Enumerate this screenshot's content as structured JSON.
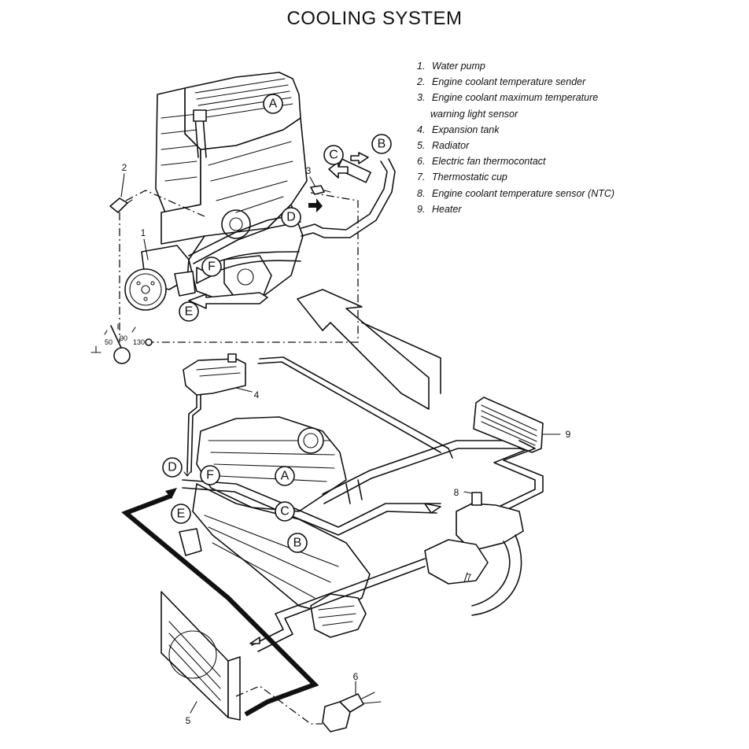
{
  "title": "COOLING SYSTEM",
  "legend": [
    {
      "num": "1.",
      "text": "Water pump"
    },
    {
      "num": "2.",
      "text": "Engine coolant temperature sender"
    },
    {
      "num": "3.",
      "text": "Engine coolant maximum temperature",
      "continuation": "warning light sensor"
    },
    {
      "num": "4.",
      "text": "Expansion tank"
    },
    {
      "num": "5.",
      "text": "Radiator"
    },
    {
      "num": "6.",
      "text": "Electric fan thermocontact"
    },
    {
      "num": "7.",
      "text": "Thermostatic cup"
    },
    {
      "num": "8.",
      "text": "Engine coolant temperature sensor (NTC)"
    },
    {
      "num": "9.",
      "text": "Heater"
    }
  ],
  "upper_diagram": {
    "callouts_letters": [
      "A",
      "B",
      "C",
      "D",
      "E",
      "F"
    ],
    "callouts_numbers": [
      "1",
      "2",
      "3"
    ],
    "gauge": {
      "scale_labels": [
        "50",
        "90",
        "130"
      ]
    }
  },
  "lower_diagram": {
    "callouts_letters": [
      "A",
      "B",
      "C",
      "D",
      "E",
      "F"
    ],
    "callouts_numbers": [
      "4",
      "5",
      "6",
      "7",
      "8",
      "9"
    ]
  }
}
